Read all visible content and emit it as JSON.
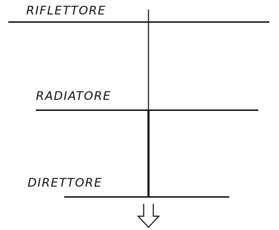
{
  "elements": {
    "reflector": {
      "label": "RIFLETTORE"
    },
    "radiator": {
      "label": "RADIATORE"
    },
    "director": {
      "label": "DIRETTORE"
    }
  },
  "arrow": {
    "direction": "down",
    "style": "outline"
  },
  "colors": {
    "line": "#111111",
    "background": "#ffffff"
  }
}
